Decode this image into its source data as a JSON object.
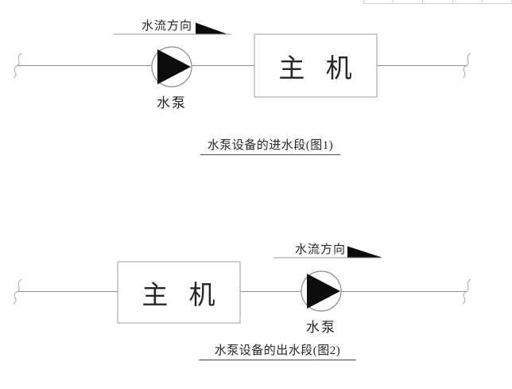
{
  "colors": {
    "background": "#ffffff",
    "pipe_line": "#8e8e8e",
    "break_squiggle": "#b3b3b3",
    "box_border": "#9b9b9b",
    "triangle_fill": "#0d0d0d",
    "text": "#262626",
    "caption_underline": "#4a4a4a",
    "table_sliver": "#ccd7d4"
  },
  "top_table_sliver": {
    "tick_count": 6
  },
  "figure1": {
    "flow_label": "水流方向",
    "pump_label": "水泵",
    "host_label": "主 机",
    "caption": "水泵设备的进水段(图1)"
  },
  "figure2": {
    "flow_label": "水流方向",
    "pump_label": "水泵",
    "host_label": "主 机",
    "caption": "水泵设备的出水段(图2)"
  }
}
